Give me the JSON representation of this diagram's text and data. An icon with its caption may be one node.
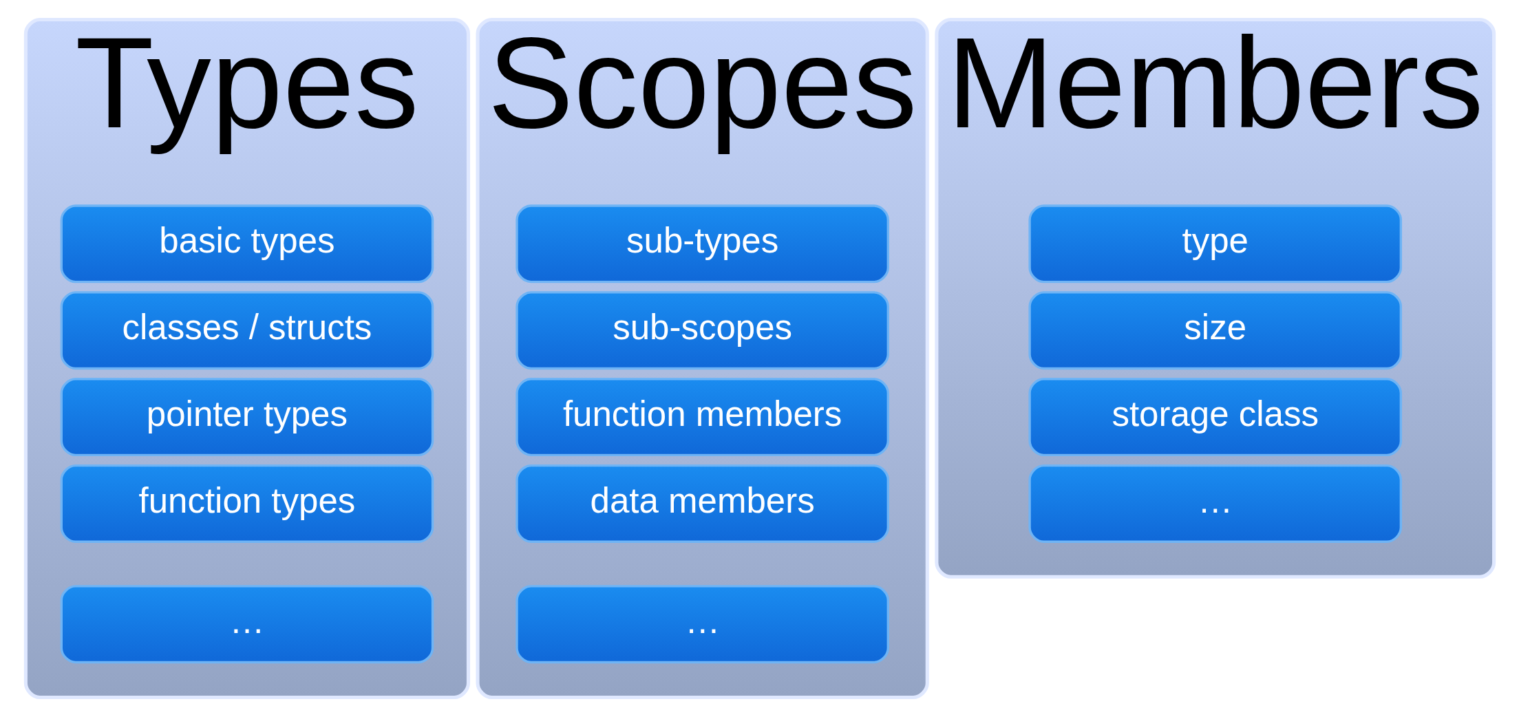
{
  "diagram": {
    "nodes": [
      {
        "text": [
          "Types"
        ]
      },
      {
        "text": [
          "basic types"
        ],
        "in": 0
      },
      {
        "text": [
          "classes / structs"
        ],
        "in": 0
      },
      {
        "text": [
          "pointer types"
        ],
        "in": 0
      },
      {
        "text": [
          "function types"
        ],
        "in": 0
      },
      {
        "text": [
          "…"
        ],
        "in": 0
      },
      {
        "text": [
          "Scopes"
        ]
      },
      {
        "text": [
          "sub-types"
        ],
        "in": 6
      },
      {
        "text": [
          "sub-scopes"
        ],
        "in": 6
      },
      {
        "text": [
          "function members"
        ],
        "in": 6
      },
      {
        "text": [
          "data members"
        ],
        "in": 6
      },
      {
        "text": [
          "…"
        ],
        "in": 6
      },
      {
        "text": [
          "Members"
        ]
      },
      {
        "text": [
          "type"
        ],
        "in": 12
      },
      {
        "text": [
          "size"
        ],
        "in": 12
      },
      {
        "text": [
          "storage class"
        ],
        "in": 12
      },
      {
        "text": [
          "…"
        ],
        "in": 12
      }
    ]
  }
}
